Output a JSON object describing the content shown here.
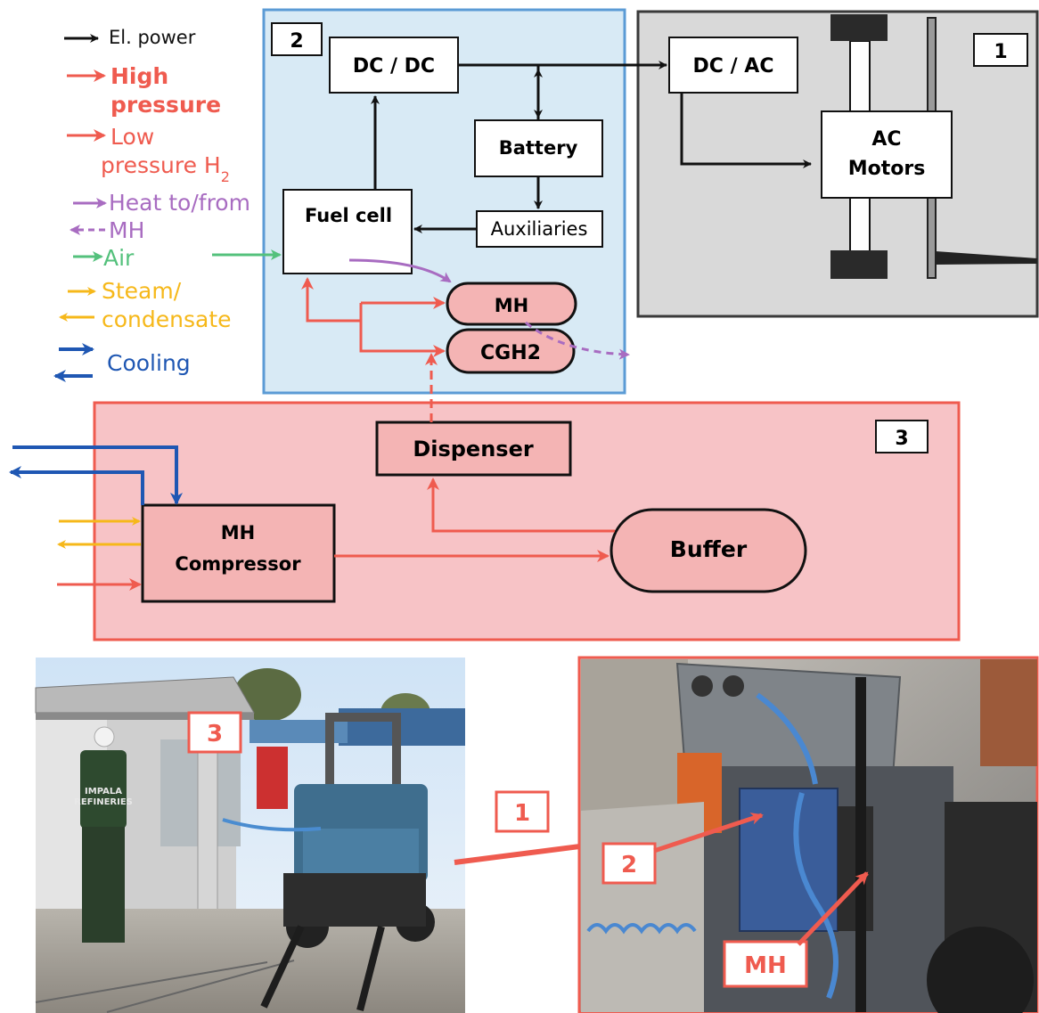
{
  "legend": {
    "el_power": "El. power",
    "high_pressure_1": "High",
    "high_pressure_2": "pressure",
    "low_pressure_1": "Low",
    "low_pressure_2": "pressure H",
    "low_pressure_sub": "2",
    "heat_1": "Heat to/from",
    "heat_2": "MH",
    "air": "Air",
    "steam_1": "Steam/",
    "steam_2": "condensate",
    "cooling": "Cooling"
  },
  "sections": {
    "vehicle_num": "1",
    "fuelcell_num": "2",
    "station_num": "3"
  },
  "blocks": {
    "dcdc": "DC / DC",
    "dcac": "DC / AC",
    "battery": "Battery",
    "fuel_cell": "Fuel cell",
    "auxiliaries": "Auxiliaries",
    "ac_motors_1": "AC",
    "ac_motors_2": "Motors",
    "mh": "MH",
    "cgh2": "CGH2",
    "dispenser": "Dispenser",
    "mh_compressor_1": "MH",
    "mh_compressor_2": "Compressor",
    "buffer": "Buffer"
  },
  "photos": {
    "left_label": "3",
    "callout_1": "1",
    "callout_2": "2",
    "callout_mh": "MH",
    "jacket_1": "IMPALA",
    "jacket_2": "REFINERIES"
  },
  "colors": {
    "black": "#111111",
    "red": "#ef5b4f",
    "purple": "#a86cc1",
    "green": "#54c17c",
    "yellow": "#f6b81a",
    "blue": "#1f57b3",
    "section2_fill": "#d8eaf5",
    "section2_border": "#5b9bd5",
    "section3_fill": "#f7c3c6",
    "section3_border": "#ef5b4f",
    "section1_fill": "#d9d9d9"
  }
}
